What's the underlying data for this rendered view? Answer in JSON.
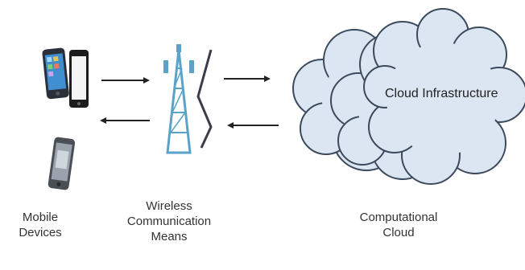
{
  "diagram": {
    "cloud_infrastructure_label": "Cloud Infrastructure",
    "labels": {
      "mobile_devices": [
        "Mobile",
        "Devices"
      ],
      "wireless": [
        "Wireless",
        "Communication",
        "Means"
      ],
      "computational_cloud": [
        "Computational",
        "Cloud"
      ]
    },
    "colors": {
      "cloud_fill": "#dce6f2",
      "cloud_stroke": "#3b4a5c",
      "tower": "#5aa3c8",
      "arrow": "#222222"
    },
    "icons": [
      "smartphone-icon",
      "smartphone-icon",
      "smartphone-icon",
      "antenna-tower-icon",
      "lightning-bolt-icon",
      "cloud-icon"
    ]
  }
}
